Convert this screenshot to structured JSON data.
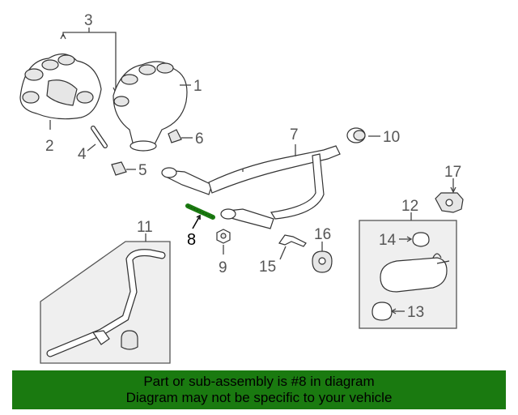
{
  "callouts": {
    "c1": "1",
    "c2": "2",
    "c3": "3",
    "c4": "4",
    "c5": "5",
    "c6": "6",
    "c7": "7",
    "c8": "8",
    "c9": "9",
    "c10": "10",
    "c11": "11",
    "c12": "12",
    "c13": "13",
    "c14": "14",
    "c15": "15",
    "c16": "16",
    "c17": "17"
  },
  "highlight": {
    "color": "#1a7a10",
    "part_number": "8"
  },
  "banner": {
    "line1": "Part or sub-assembly is #8 in diagram",
    "line2": "Diagram may not be specific to your vehicle",
    "color": "#1a7a10"
  }
}
